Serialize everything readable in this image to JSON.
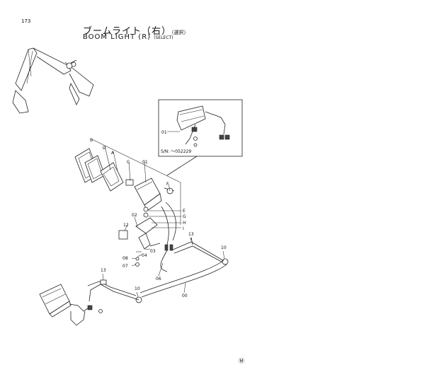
{
  "page_number": "173",
  "title_jp": "ブームライト（右）",
  "title_jp_note": "（選択）",
  "title_en": "BOOM LIGHT (R)",
  "title_en_note": "(SELECT)",
  "serial_note": "S/N: ～052229",
  "callouts": {
    "B": "B",
    "D": "D",
    "A": "A",
    "C": "C",
    "p01": "01",
    "F": "F",
    "E": "E",
    "G": "G",
    "H": "H",
    "I": "I",
    "p02": "02",
    "p12": "12",
    "p03": "03",
    "p04": "04",
    "p08": "08",
    "p07": "07",
    "p06": "06",
    "p13a": "13",
    "p10a": "10",
    "p13b": "13",
    "p10b": "10",
    "p00": "00",
    "inset01": "01"
  },
  "footer_mark": "Ⓜ"
}
